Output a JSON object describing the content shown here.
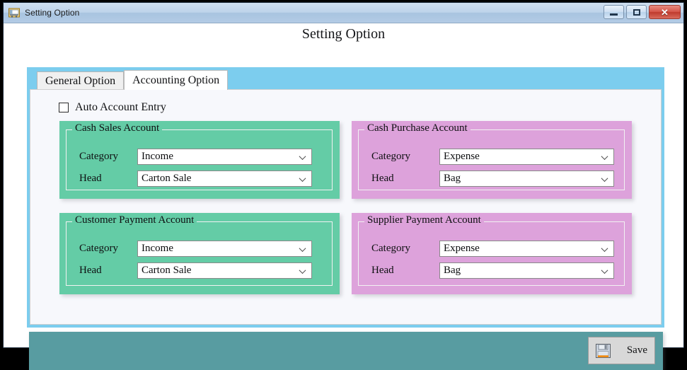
{
  "window": {
    "title": "Setting Option",
    "icon": "cart-icon",
    "controls": {
      "minimize": "minimize-button",
      "maximize": "maximize-button",
      "close_glyph": "✕"
    }
  },
  "page": {
    "title": "Setting Option"
  },
  "tabs": [
    {
      "label": "General Option",
      "active": false
    },
    {
      "label": "Accounting Option",
      "active": true
    }
  ],
  "checkbox": {
    "label": "Auto Account Entry",
    "checked": false
  },
  "panels": [
    {
      "legend": "Cash Sales Account",
      "color": "#64cca6",
      "fields": [
        {
          "label": "Category",
          "value": "Income"
        },
        {
          "label": "Head",
          "value": "Carton Sale"
        }
      ]
    },
    {
      "legend": "Cash Purchase Account",
      "color": "#dda2db",
      "fields": [
        {
          "label": "Category",
          "value": "Expense"
        },
        {
          "label": "Head",
          "value": "Bag"
        }
      ]
    },
    {
      "legend": "Customer Payment Account",
      "color": "#64cca6",
      "fields": [
        {
          "label": "Category",
          "value": "Income"
        },
        {
          "label": "Head",
          "value": "Carton Sale"
        }
      ]
    },
    {
      "legend": "Supplier Payment Account",
      "color": "#dda2db",
      "fields": [
        {
          "label": "Category",
          "value": "Expense"
        },
        {
          "label": "Head",
          "value": "Bag"
        }
      ]
    }
  ],
  "footer": {
    "save_label": "Save",
    "save_icon": "floppy-disk-save-icon",
    "bar_color": "#589ca1"
  },
  "theme": {
    "tab_container": "#7ccdee",
    "tab_page": "#f7f8fc",
    "green_panel": "#64cca6",
    "pink_panel": "#dda2db",
    "footer": "#589ca1"
  }
}
